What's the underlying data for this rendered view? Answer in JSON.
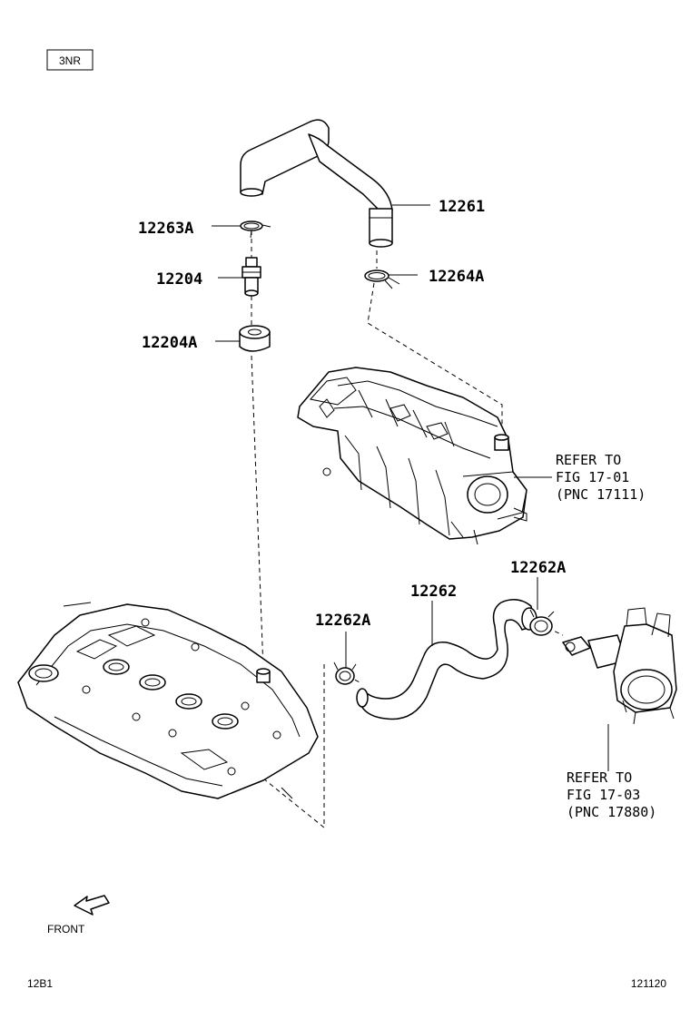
{
  "engine_tag": "3NR",
  "parts": {
    "hose_upper": "12261",
    "clamp_upper": "12263A",
    "pcv_valve": "12204",
    "grommet": "12204A",
    "clamp_upper_right": "12264A",
    "hose_lower": "12262",
    "clamp_lower_right": "12262A",
    "clamp_lower_left": "12262A"
  },
  "references": {
    "intake_manifold": [
      "REFER TO",
      "FIG 17-01",
      "(PNC 17111)"
    ],
    "throttle_body": [
      "REFER TO",
      "FIG 17-03",
      "(PNC 17880)"
    ]
  },
  "front_label": "FRONT",
  "footer": {
    "left": "12B1",
    "right": "121120"
  }
}
